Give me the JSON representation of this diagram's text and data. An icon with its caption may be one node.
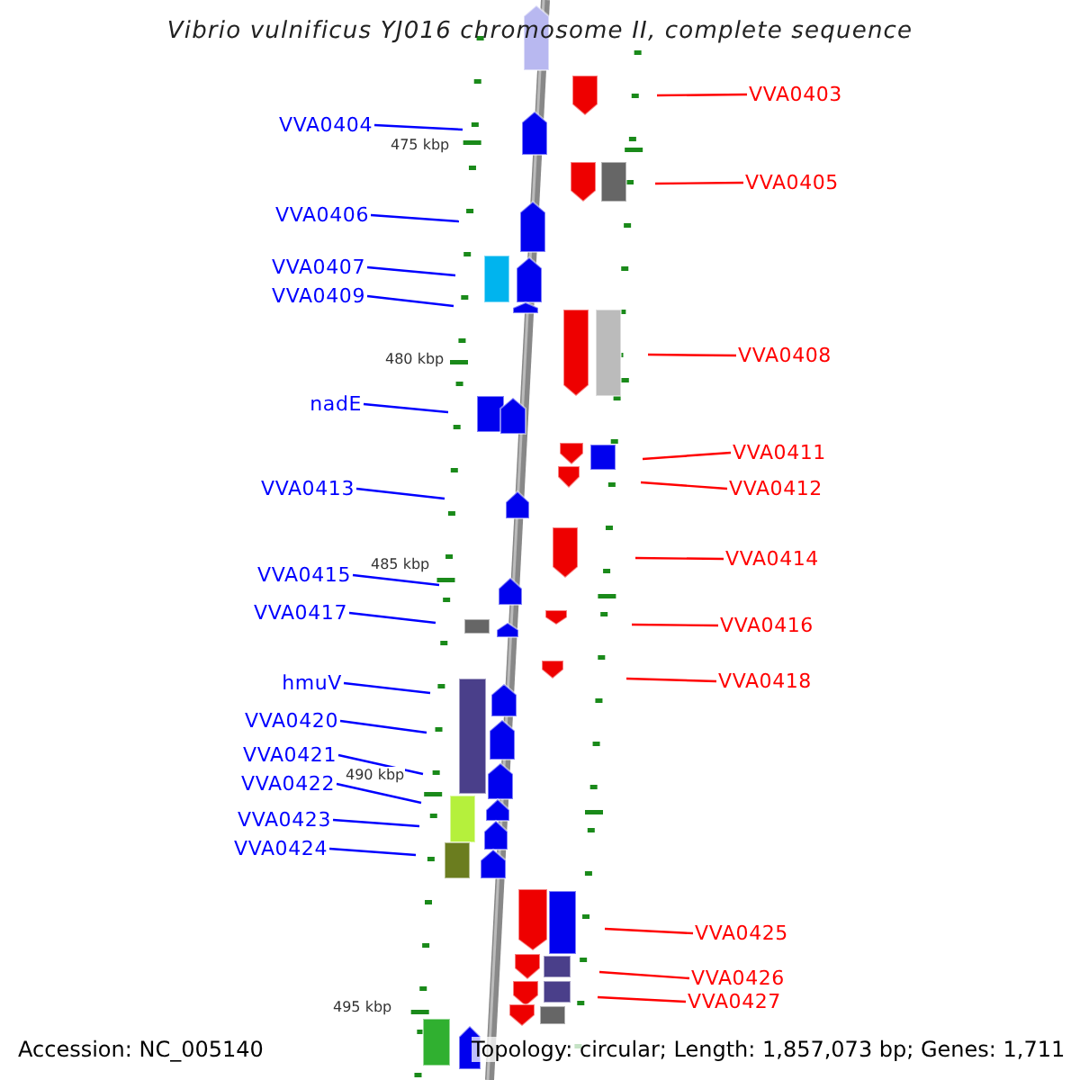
{
  "diagram": {
    "title": "Vibrio vulnificus YJ016 chromosome II, complete sequence",
    "nodes": [
      {
        "text": [
          "VVA0403"
        ]
      },
      {
        "text": [
          "VVA0404"
        ]
      },
      {
        "text": [
          "VVA0405"
        ]
      },
      {
        "text": [
          "VVA0406"
        ]
      },
      {
        "text": [
          "VVA0407"
        ]
      },
      {
        "text": [
          "VVA0409"
        ]
      },
      {
        "text": [
          "VVA0408"
        ]
      },
      {
        "text": [
          "nadE"
        ]
      },
      {
        "text": [
          "VVA0411"
        ]
      },
      {
        "text": [
          "VVA0412"
        ]
      },
      {
        "text": [
          "VVA0413"
        ]
      },
      {
        "text": [
          "VVA0414"
        ]
      },
      {
        "text": [
          "VVA0415"
        ]
      },
      {
        "text": [
          "VVA0417"
        ]
      },
      {
        "text": [
          "VVA0416"
        ]
      },
      {
        "text": [
          "VVA0418"
        ]
      },
      {
        "text": [
          "hmuV"
        ]
      },
      {
        "text": [
          "VVA0420"
        ]
      },
      {
        "text": [
          "VVA0421"
        ]
      },
      {
        "text": [
          "VVA0422"
        ]
      },
      {
        "text": [
          "VVA0423"
        ]
      },
      {
        "text": [
          "VVA0424"
        ]
      },
      {
        "text": [
          "VVA0425"
        ]
      },
      {
        "text": [
          "VVA0426"
        ]
      },
      {
        "text": [
          "VVA0427"
        ]
      }
    ],
    "edges": [
      {
        "from": 0,
        "to": null,
        "arrow": "none",
        "color": "#ff0000"
      },
      {
        "from": 1,
        "to": null,
        "arrow": "none"
      },
      {
        "from": 2,
        "to": null,
        "arrow": "none",
        "color": "#ff0000"
      },
      {
        "from": 3,
        "to": null,
        "arrow": "none"
      },
      {
        "from": 4,
        "to": null,
        "arrow": "none"
      },
      {
        "from": 5,
        "to": null,
        "arrow": "none"
      },
      {
        "from": 6,
        "to": null,
        "arrow": "none",
        "color": "#ff0000"
      },
      {
        "from": 7,
        "to": null,
        "arrow": "none"
      },
      {
        "from": 8,
        "to": null,
        "arrow": "none",
        "color": "#ff0000"
      },
      {
        "from": 9,
        "to": null,
        "arrow": "none",
        "color": "#ff0000"
      },
      {
        "from": 10,
        "to": null,
        "arrow": "none"
      },
      {
        "from": 11,
        "to": null,
        "arrow": "none",
        "color": "#ff0000"
      },
      {
        "from": 12,
        "to": null,
        "arrow": "none"
      },
      {
        "from": 13,
        "to": null,
        "arrow": "none"
      },
      {
        "from": 14,
        "to": null,
        "arrow": "none",
        "color": "#ff0000"
      },
      {
        "from": 15,
        "to": null,
        "arrow": "none",
        "color": "#ff0000"
      },
      {
        "from": 16,
        "to": null,
        "arrow": "none"
      },
      {
        "from": 17,
        "to": null,
        "arrow": "none"
      },
      {
        "from": 18,
        "to": null,
        "arrow": "none"
      },
      {
        "from": 19,
        "to": null,
        "arrow": "none"
      },
      {
        "from": 20,
        "to": null,
        "arrow": "none"
      },
      {
        "from": 21,
        "to": null,
        "arrow": "none"
      },
      {
        "from": 22,
        "to": null,
        "arrow": "none",
        "color": "#ff0000"
      },
      {
        "from": 23,
        "to": null,
        "arrow": "none",
        "color": "#ff0000"
      },
      {
        "from": 24,
        "to": null,
        "arrow": "none",
        "color": "#ff0000"
      }
    ],
    "labels": [
      "475 kbp",
      "480 kbp",
      "485 kbp",
      "490 kbp",
      "495 kbp",
      "Accession: NC_005140",
      "Topology: circular; Length: 1,857,073 bp; Genes: 1,711"
    ]
  }
}
